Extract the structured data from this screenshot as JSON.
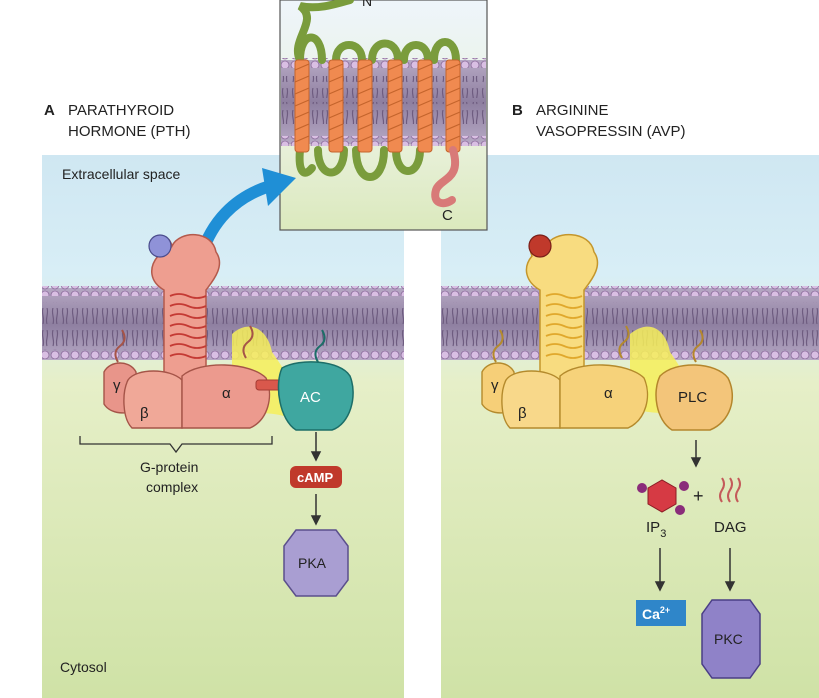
{
  "panel_a": {
    "letter": "A",
    "title_line1": "PARATHYROID",
    "title_line2": "HORMONE (PTH)",
    "extracellular_label": "Extracellular space",
    "cytosol_label": "Cytosol",
    "gamma": "γ",
    "beta": "β",
    "alpha": "α",
    "effector": "AC",
    "complex_line1": "G-protein",
    "complex_line2": "complex",
    "second_messenger": "cAMP",
    "kinase": "PKA"
  },
  "inset": {
    "n_terminus": "N",
    "c_terminus": "C"
  },
  "panel_b": {
    "letter": "B",
    "title_line1": "ARGININE",
    "title_line2": "VASOPRESSIN (AVP)",
    "gamma": "γ",
    "beta": "β",
    "alpha": "α",
    "effector": "PLC",
    "plus": "+",
    "ip3_base": "IP",
    "ip3_sub": "3",
    "dag": "DAG",
    "calcium_base": "Ca",
    "calcium_sup": "2+",
    "kinase": "PKC"
  },
  "colors": {
    "extracellular_blue": "#cfe8f3",
    "cytosol_green": "#dce9b8",
    "membrane_purple": "#8a7a98",
    "receptor_pth": "#e89a8c",
    "receptor_avp": "#f7d77a",
    "adenylyl_cyclase": "#3fa7a0",
    "plc": "#f3c57a",
    "camp_badge": "#c0392b",
    "kinase_purple": "#9b8fc7",
    "calcium_badge": "#2f86c9",
    "arrow_blue": "#1f8fd6"
  }
}
